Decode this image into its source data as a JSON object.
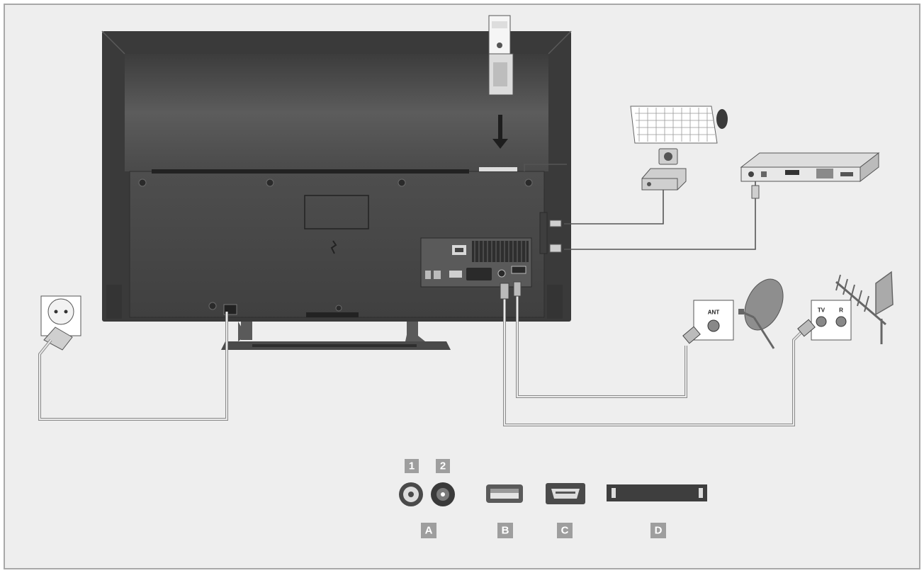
{
  "colors": {
    "background": "#eeeeee",
    "frame": "#a8a8a8",
    "tv_back": "#4a4a4a",
    "tv_bezel": "#3a3a3a",
    "cable": "#555555",
    "label_box": "#9e9e9e"
  },
  "devices": {
    "satellite_plate_label": "ANT",
    "antenna_plate_labels": [
      "TV",
      "R"
    ]
  },
  "legend": {
    "tuner_numbers": [
      "1",
      "2"
    ],
    "letters": [
      "A",
      "B",
      "C",
      "D"
    ]
  }
}
